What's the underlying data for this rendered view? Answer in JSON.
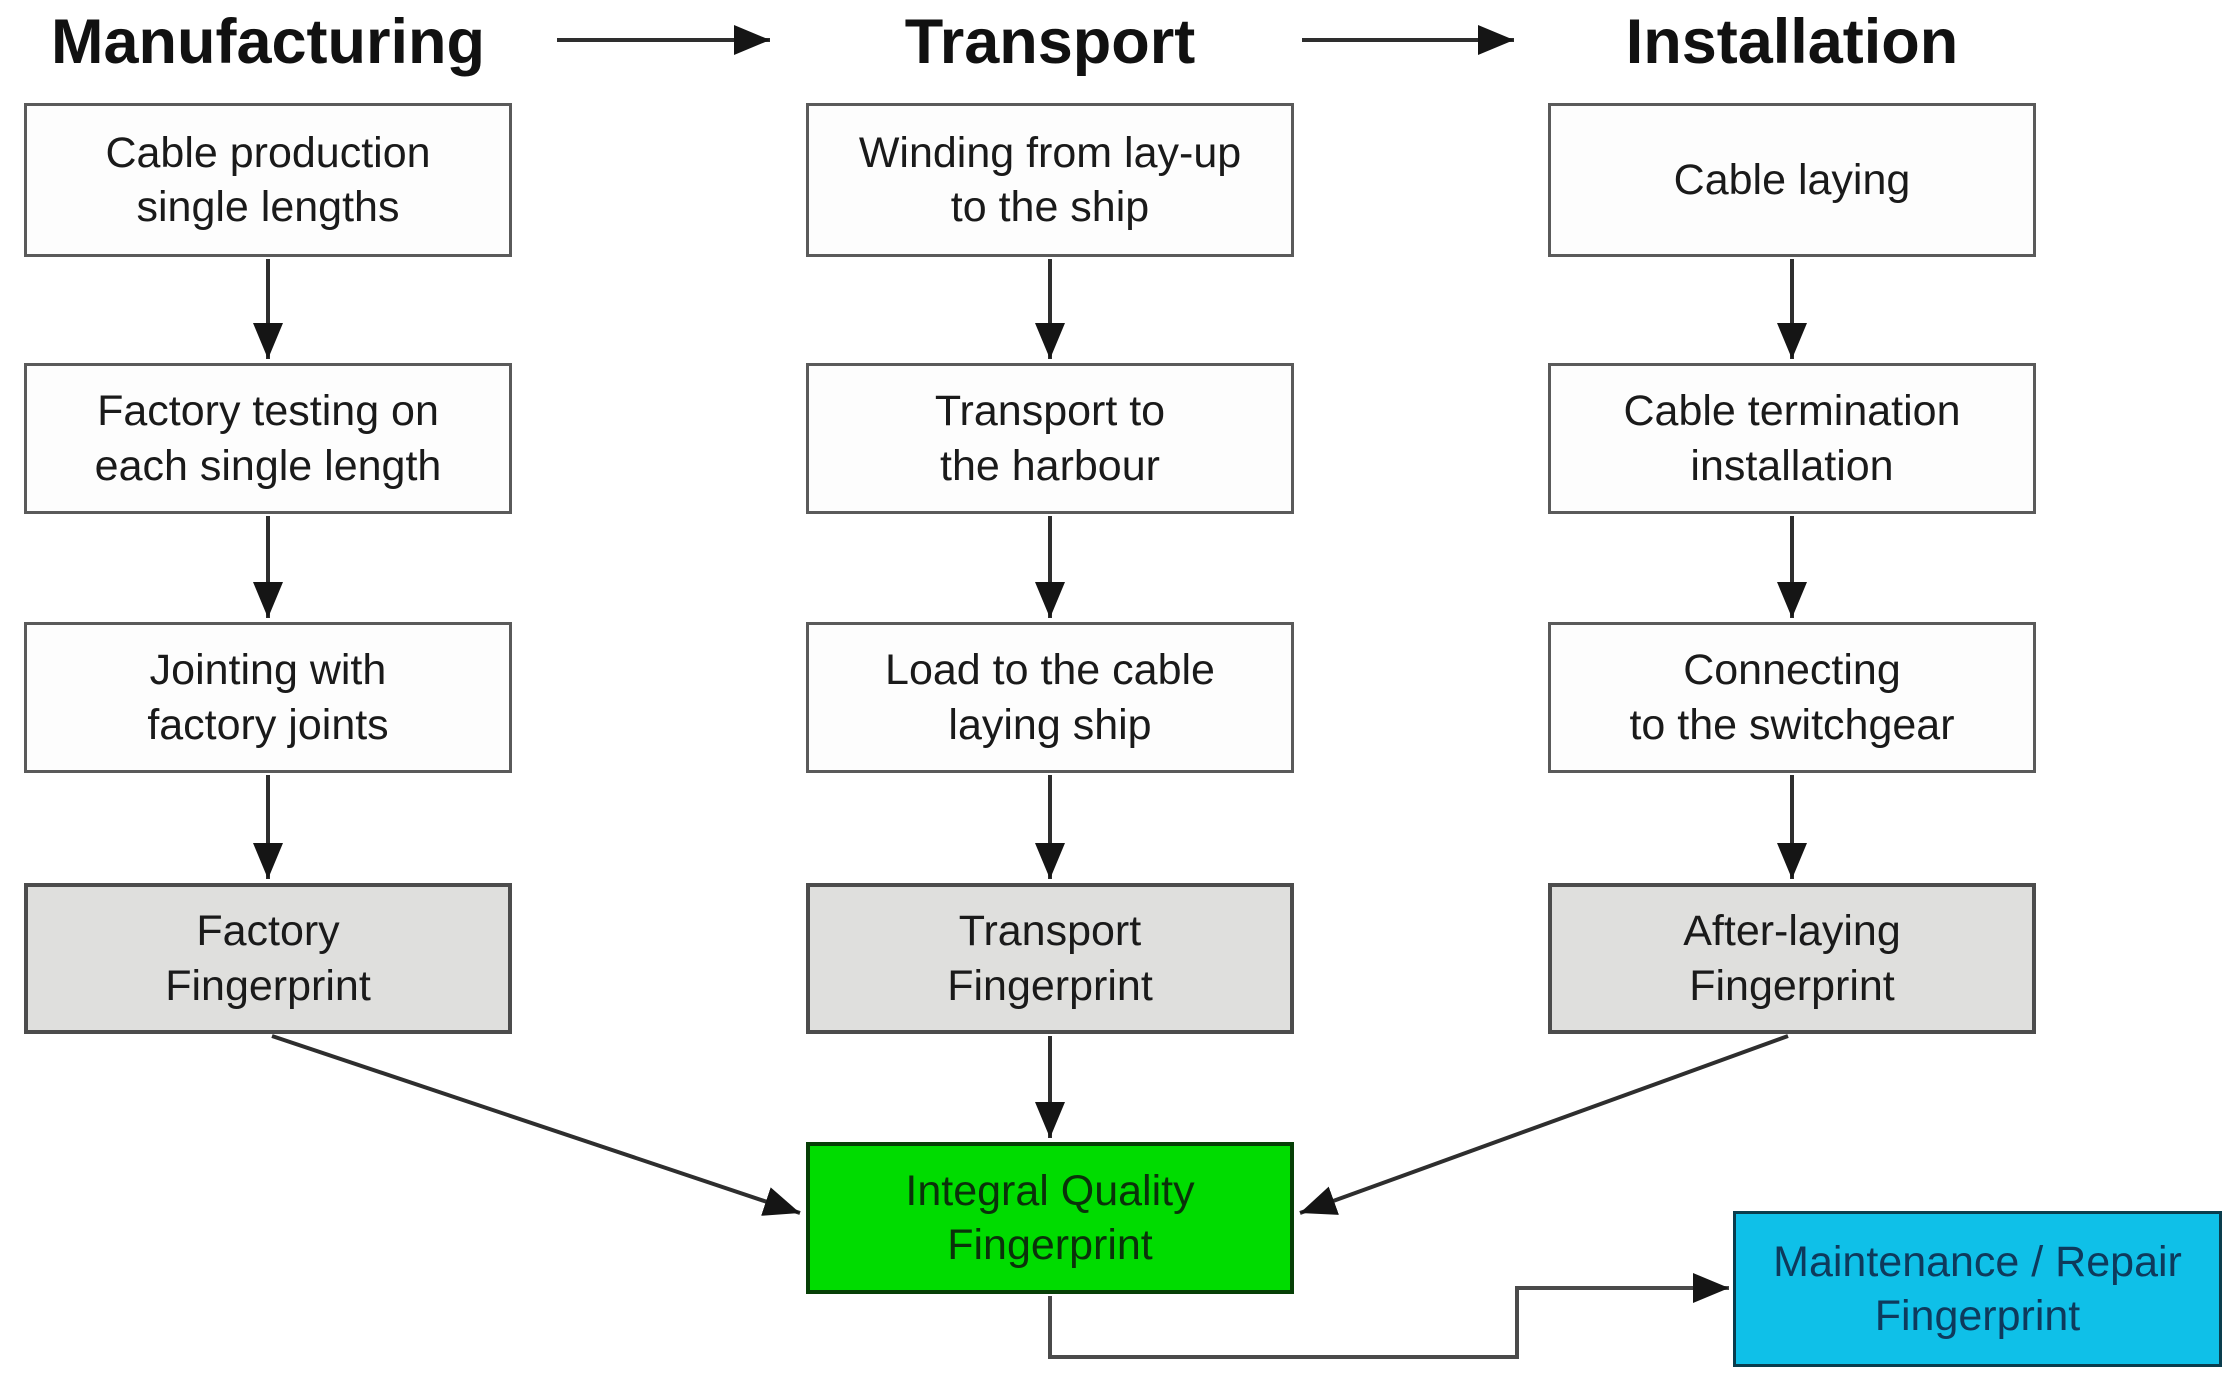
{
  "diagram": {
    "columns": [
      {
        "header": "Manufacturing",
        "steps": [
          "Cable production\nsingle lengths",
          "Factory testing on\neach single length",
          "Jointing with\nfactory joints"
        ],
        "fingerprint": "Factory\nFingerprint"
      },
      {
        "header": "Transport",
        "steps": [
          "Winding from lay-up\nto the ship",
          "Transport to\nthe harbour",
          "Load to the cable\nlaying ship"
        ],
        "fingerprint": "Transport\nFingerprint"
      },
      {
        "header": "Installation",
        "steps": [
          "Cable laying",
          "Cable termination\ninstallation",
          "Connecting\nto the switchgear"
        ],
        "fingerprint": "After-laying\nFingerprint"
      }
    ],
    "integral_label": "Integral Quality\nFingerprint",
    "maintenance_label": "Maintenance / Repair\nFingerprint",
    "colors": {
      "step_fill": "#FDFDFD",
      "fingerprint_fill": "#DFDFDD",
      "integral_fill": "#00DC00",
      "maintenance_fill": "#0FC0E8",
      "maintenance_text": "#0E3A5C",
      "box_border": "#585858",
      "arrow": "#2E2E2E"
    }
  }
}
